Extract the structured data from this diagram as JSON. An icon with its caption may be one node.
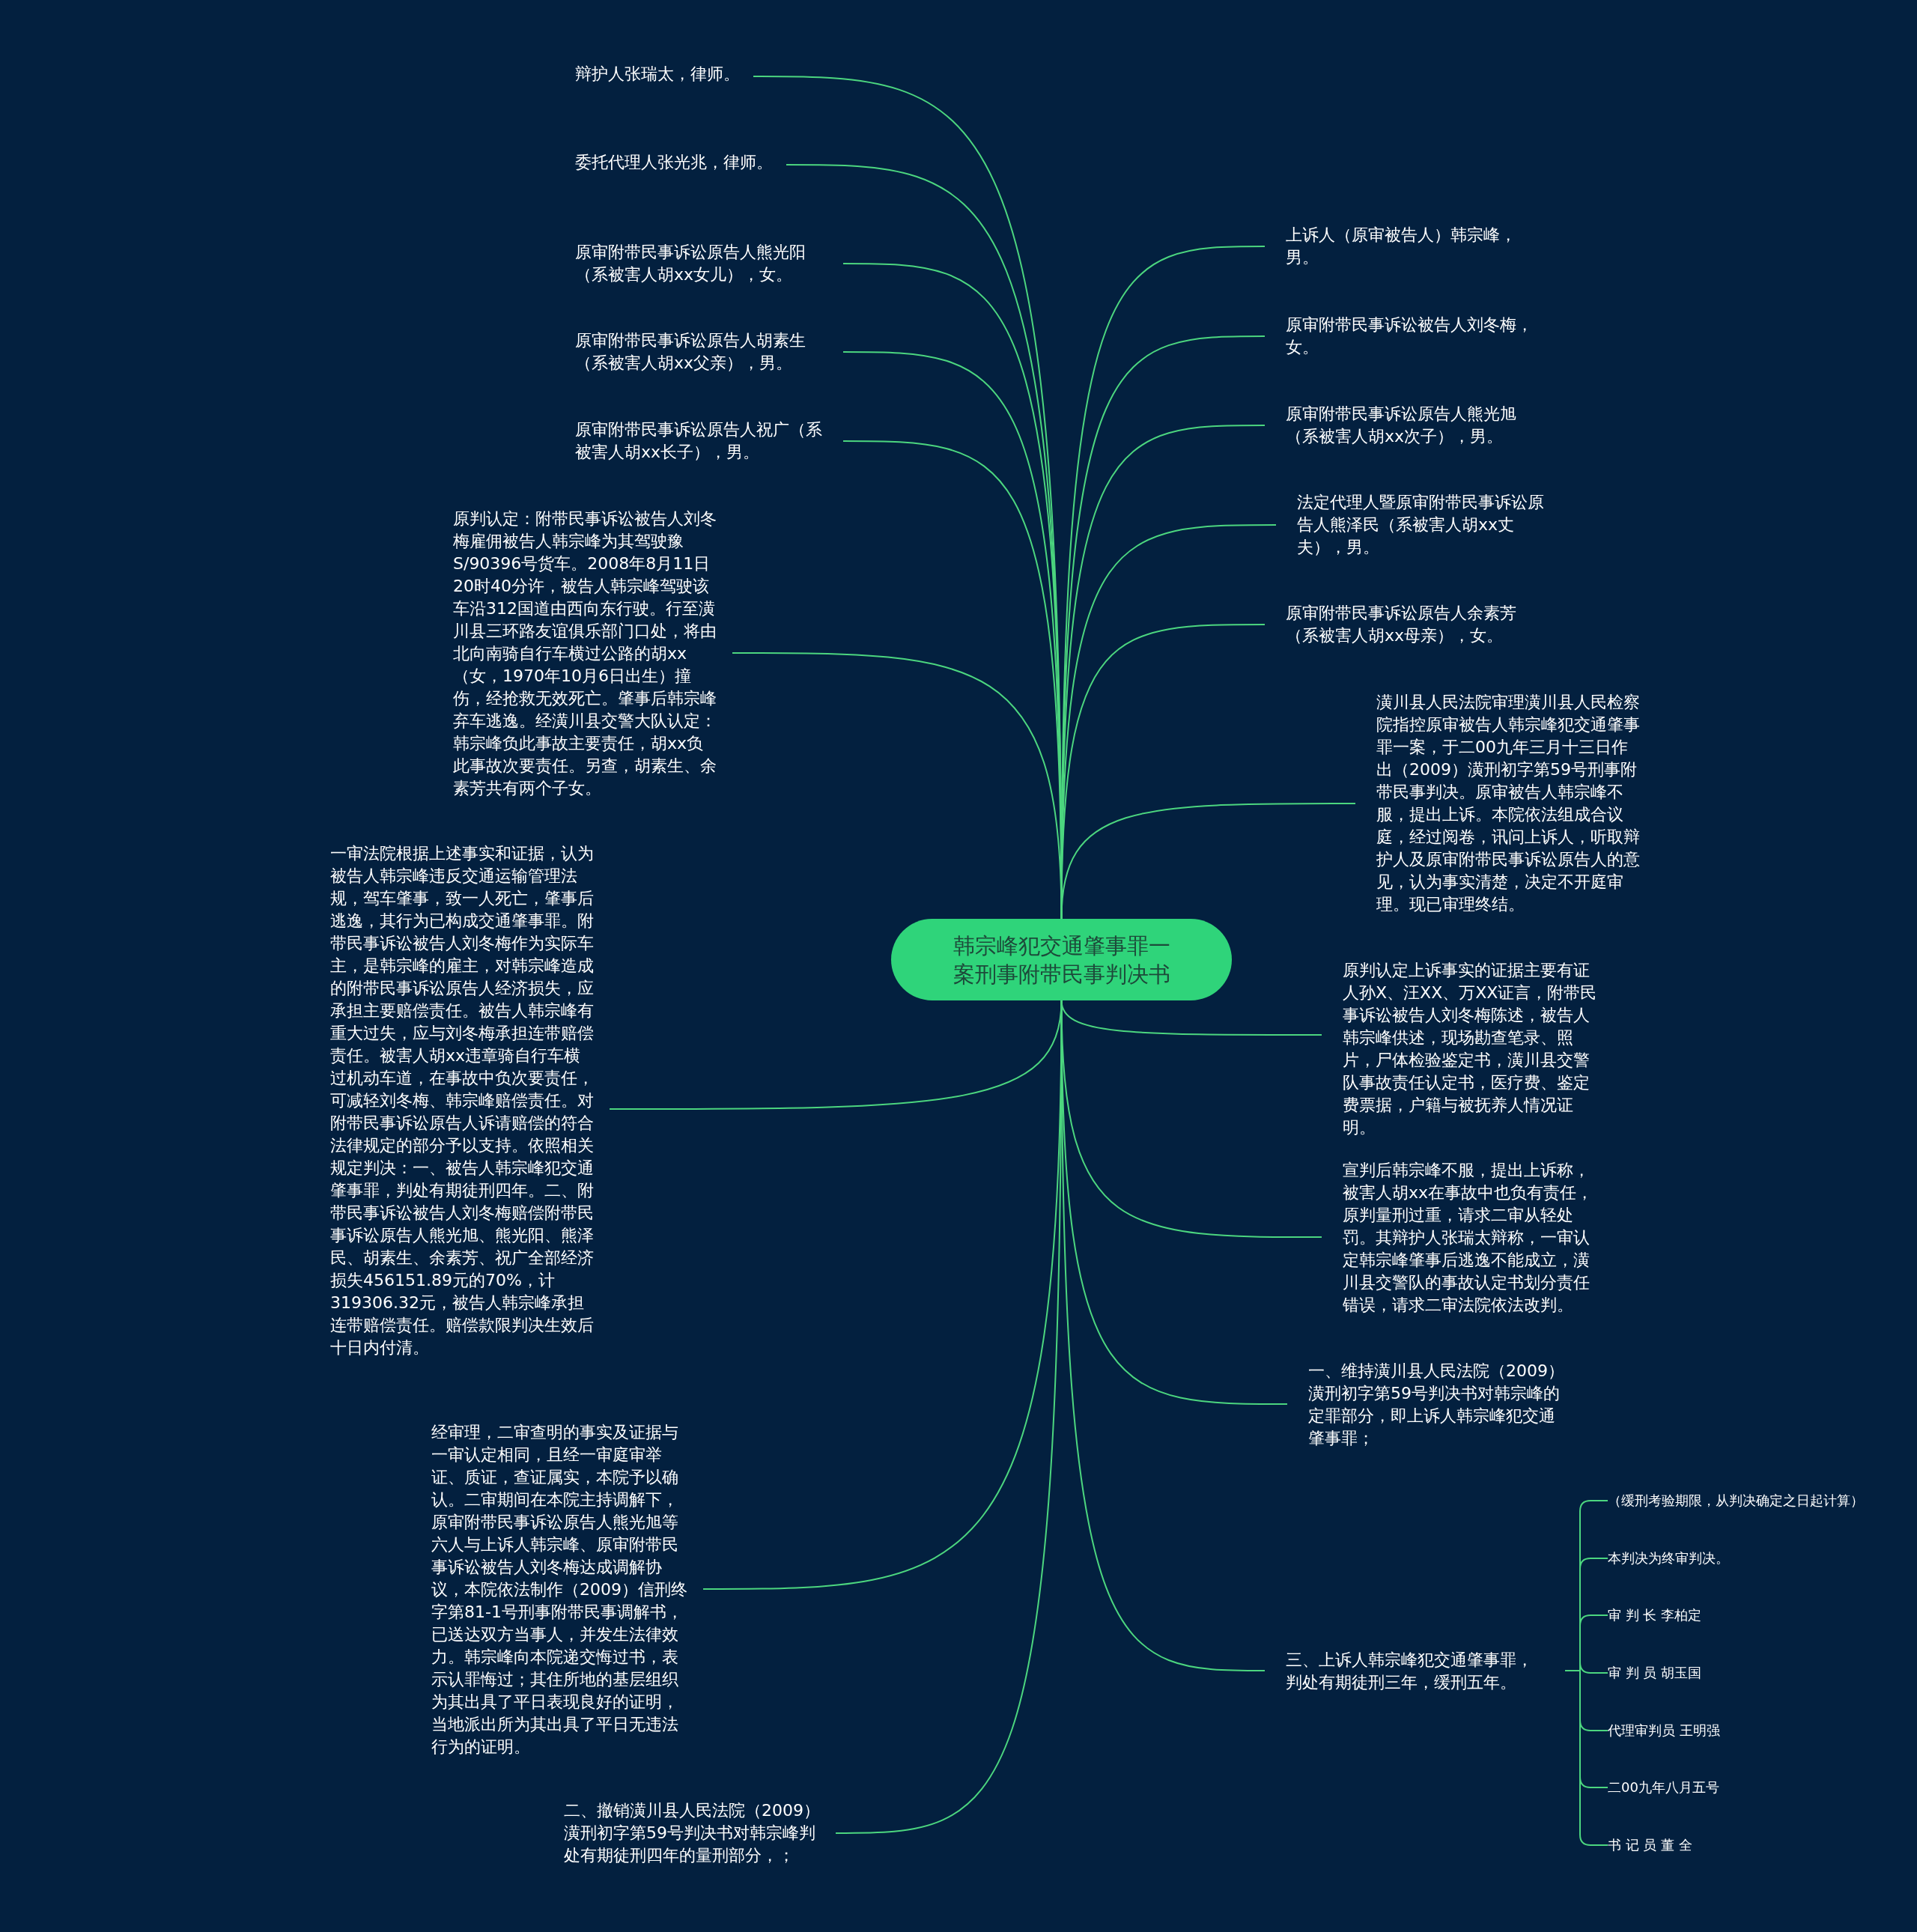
{
  "diagram": {
    "nodes": [
      {
        "text": [
          "韩宗峰犯交通肇事罪一案刑事附带民事判决书"
        ]
      },
      {
        "text": [
          "辩护人张瑞太，律师。"
        ]
      },
      {
        "text": [
          "委托代理人张光兆，律师。"
        ]
      },
      {
        "text": [
          "原审附带民事诉讼原告人熊光阳（系被害人胡xx女儿），女。"
        ]
      },
      {
        "text": [
          "原审附带民事诉讼原告人胡素生（系被害人胡xx父亲），男。"
        ]
      },
      {
        "text": [
          "原审附带民事诉讼原告人祝广（系被害人胡xx长子），男。"
        ]
      },
      {
        "text": [
          "原判认定：附带民事诉讼被告人刘冬梅雇佣被告人韩宗峰为其驾驶豫S/90396号货车。2008年8月11日20时40分许，被告人韩宗峰驾驶该车沿312国道由西向东行驶。行至潢川县三环路友谊俱乐部门口处，将由北向南骑自行车横过公路的胡xx（女，1970年10月6日出生）撞伤，经抢救无效死亡。肇事后韩宗峰弃车逃逸。经潢川县交警大队认定：韩宗峰负此事故主要责任，胡xx负此事故次要责任。另查，胡素生、余素芳共有两个子女。"
        ]
      },
      {
        "text": [
          "一审法院根据上述事实和证据，认为被告人韩宗峰违反交通运输管理法规，驾车肇事，致一人死亡，肇事后逃逸，其行为已构成交通肇事罪。附带民事诉讼被告人刘冬梅作为实际车主，是韩宗峰的雇主，对韩宗峰造成的附带民事诉讼原告人经济损失，应承担主要赔偿责任。被告人韩宗峰有重大过失，应与刘冬梅承担连带赔偿责任。被害人胡xx违章骑自行车横过机动车道，在事故中负次要责任，可减轻刘冬梅、韩宗峰赔偿责任。对附带民事诉讼原告人诉请赔偿的符合法律规定的部分予以支持。依照相关规定判决：一、被告人韩宗峰犯交通肇事罪，判处有期徒刑四年。二、附带民事诉讼被告人刘冬梅赔偿附带民事诉讼原告人熊光旭、熊光阳、熊泽民、胡素生、余素芳、祝广全部经济损失456151.89元的70%，计319306.32元，被告人韩宗峰承担连带赔偿责任。赔偿款限判决生效后十日内付清。"
        ]
      },
      {
        "text": [
          "经审理，二审查明的事实及证据与一审认定相同，且经一审庭审举证、质证，查证属实，本院予以确认。二审期间在本院主持调解下，原审附带民事诉讼原告人熊光旭等六人与上诉人韩宗峰、原审附带民事诉讼被告人刘冬梅达成调解协议，本院依法制作（2009）信刑终字第81-1号刑事附带民事调解书，已送达双方当事人，并发生法律效力。韩宗峰向本院递交悔过书，表示认罪悔过；其住所地的基层组织为其出具了平日表现良好的证明，当地派出所为其出具了平日无违法行为的证明。"
        ]
      },
      {
        "text": [
          "二、撤销潢川县人民法院（2009）潢刑初字第59号判决书对韩宗峰判处有期徒刑四年的量刑部分，；"
        ]
      },
      {
        "text": [
          "上诉人（原审被告人）韩宗峰，男。"
        ]
      },
      {
        "text": [
          "原审附带民事诉讼被告人刘冬梅，女。"
        ]
      },
      {
        "text": [
          "原审附带民事诉讼原告人熊光旭（系被害人胡xx次子），男。"
        ]
      },
      {
        "text": [
          "法定代理人暨原审附带民事诉讼原告人熊泽民（系被害人胡xx丈夫），男。"
        ]
      },
      {
        "text": [
          "原审附带民事诉讼原告人余素芳（系被害人胡xx母亲），女。"
        ]
      },
      {
        "text": [
          "潢川县人民法院审理潢川县人民检察院指控原审被告人韩宗峰犯交通肇事罪一案，于二00九年三月十三日作出（2009）潢刑初字第59号刑事附带民事判决。原审被告人韩宗峰不服，提出上诉。本院依法组成合议庭，经过阅卷，讯问上诉人，听取辩护人及原审附带民事诉讼原告人的意见，认为事实清楚，决定不开庭审理。现已审理终结。"
        ]
      },
      {
        "text": [
          "原判认定上诉事实的证据主要有证人孙X、汪XX、万XX证言，附带民事诉讼被告人刘冬梅陈述，被告人韩宗峰供述，现场勘查笔录、照片，尸体检验鉴定书，潢川县交警队事故责任认定书，医疗费、鉴定费票据，户籍与被抚养人情况证明。"
        ]
      },
      {
        "text": [
          "宣判后韩宗峰不服，提出上诉称，被害人胡xx在事故中也负有责任，原判量刑过重，请求二审从轻处罚。其辩护人张瑞太辩称，一审认定韩宗峰肇事后逃逸不能成立，潢川县交警队的事故认定书划分责任错误，请求二审法院依法改判。"
        ]
      },
      {
        "text": [
          "一、维持潢川县人民法院（2009）潢刑初字第59号判决书对韩宗峰的定罪部分，即上诉人韩宗峰犯交通肇事罪；"
        ]
      },
      {
        "text": [
          "三、上诉人韩宗峰犯交通肇事罪，判处有期徒刑三年，缓刑五年。"
        ]
      },
      {
        "text": [
          "（缓刑考验期限，从判决确定之日起计算）"
        ]
      },
      {
        "text": [
          "本判决为终审判决。"
        ]
      },
      {
        "text": [
          "审 判 长 李柏定"
        ]
      },
      {
        "text": [
          "审 判 员 胡玉国"
        ]
      },
      {
        "text": [
          "代理审判员 王明强"
        ]
      },
      {
        "text": [
          "二00九年八月五号"
        ]
      },
      {
        "text": [
          "书 记 员 董 全"
        ]
      }
    ],
    "edges": [
      {
        "from": 0,
        "to": 1,
        "arrow": "none"
      },
      {
        "from": 0,
        "to": 2,
        "arrow": "none"
      },
      {
        "from": 0,
        "to": 3,
        "arrow": "none"
      },
      {
        "from": 0,
        "to": 4,
        "arrow": "none"
      },
      {
        "from": 0,
        "to": 5,
        "arrow": "none"
      },
      {
        "from": 0,
        "to": 6,
        "arrow": "none"
      },
      {
        "from": 0,
        "to": 7,
        "arrow": "none"
      },
      {
        "from": 0,
        "to": 8,
        "arrow": "none"
      },
      {
        "from": 0,
        "to": 9,
        "arrow": "none"
      },
      {
        "from": 0,
        "to": 10,
        "arrow": "none"
      },
      {
        "from": 0,
        "to": 11,
        "arrow": "none"
      },
      {
        "from": 0,
        "to": 12,
        "arrow": "none"
      },
      {
        "from": 0,
        "to": 13,
        "arrow": "none"
      },
      {
        "from": 0,
        "to": 14,
        "arrow": "none"
      },
      {
        "from": 0,
        "to": 15,
        "arrow": "none"
      },
      {
        "from": 0,
        "to": 16,
        "arrow": "none"
      },
      {
        "from": 0,
        "to": 17,
        "arrow": "none"
      },
      {
        "from": 0,
        "to": 18,
        "arrow": "none"
      },
      {
        "from": 0,
        "to": 19,
        "arrow": "none"
      },
      {
        "from": 19,
        "to": 20,
        "arrow": "none"
      },
      {
        "from": 19,
        "to": 21,
        "arrow": "none"
      },
      {
        "from": 19,
        "to": 22,
        "arrow": "none"
      },
      {
        "from": 19,
        "to": 23,
        "arrow": "none"
      },
      {
        "from": 19,
        "to": 24,
        "arrow": "none"
      },
      {
        "from": 19,
        "to": 25,
        "arrow": "none"
      },
      {
        "from": 19,
        "to": 26,
        "arrow": "none"
      }
    ]
  }
}
